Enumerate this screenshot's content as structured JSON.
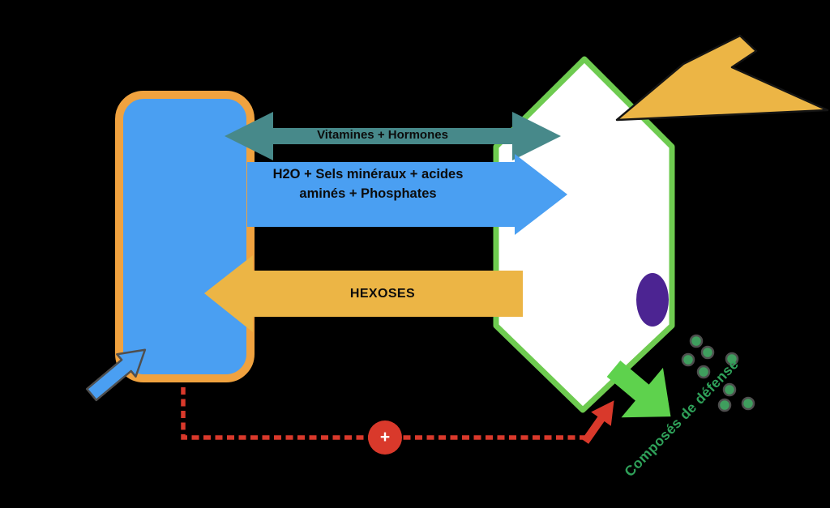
{
  "diagram": {
    "title": "cell-exchange-diagram",
    "labels": {
      "vitamines": "Vitamines + Hormones",
      "h2o_line1": "H2O + Sels minéraux + acides",
      "h2o_line2": "aminés + Phosphates",
      "hexoses": "HEXOSES",
      "defense": "Composés de défense",
      "plus": "+"
    },
    "colors": {
      "background": "#000000",
      "left_cell_fill": "#4a9ff2",
      "left_cell_border": "#f0a23f",
      "right_cell_fill": "#ffffff",
      "right_cell_border": "#6ecb50",
      "teal_arrow": "#47898a",
      "blue_arrow": "#4a9ff2",
      "yellow_arrow": "#ecb545",
      "lightning_fill": "#ecb545",
      "lightning_outline": "#141414",
      "nucleus": "#4c2492",
      "red": "#d9392b",
      "green_arrow": "#5ed24d",
      "dot_fill": "#3f9e5e",
      "dot_outline": "#4e4e4e",
      "defense_text": "#2fa25a",
      "entry_arrow_fill": "#4a9ff2",
      "entry_arrow_outline": "#4f4f4f"
    }
  }
}
